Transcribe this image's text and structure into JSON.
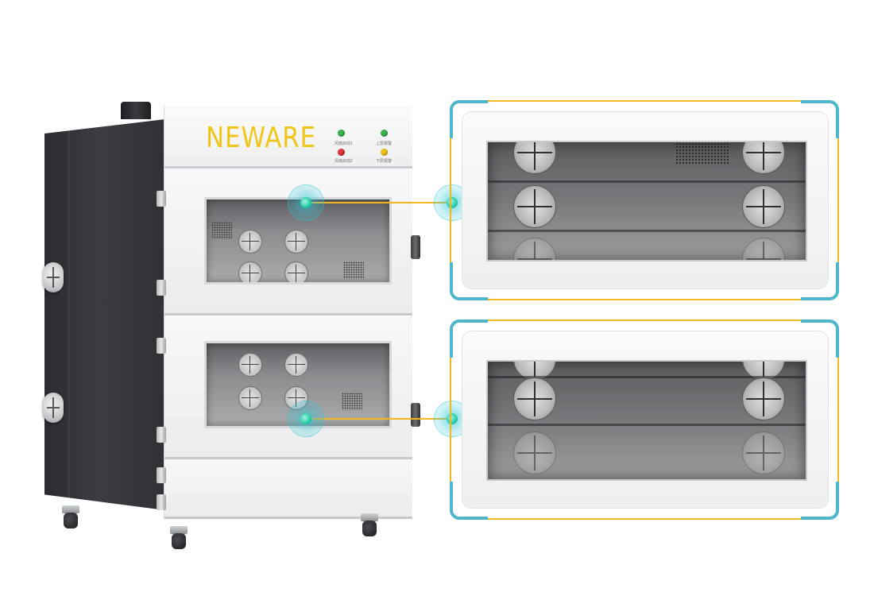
{
  "brand": {
    "logo_text": "NEWARE",
    "color": "#f0c51a"
  },
  "indicators": [
    {
      "label": "风扇启动1",
      "color": "#39b54a"
    },
    {
      "label": "上层报警",
      "color": "#39b54a"
    },
    {
      "label": "风扇启动2",
      "color": "#e0353b"
    },
    {
      "label": "下层报警",
      "color": "#f2c21b"
    }
  ],
  "colors": {
    "cabinet_body": "#2f3135",
    "cabinet_front": "#f2f3f4",
    "connector_line": "#f0b722",
    "frame_corner": "#4fb6cc",
    "hotspot": "#27c9a5"
  },
  "callouts": [
    {
      "target": "upper-chamber",
      "icon": "hotspot-icon"
    },
    {
      "target": "lower-chamber",
      "icon": "hotspot-icon"
    }
  ]
}
